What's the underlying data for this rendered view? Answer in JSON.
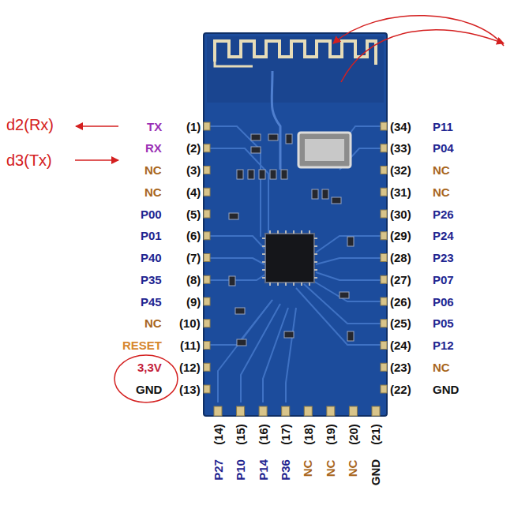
{
  "diagram": {
    "labels": [
      "d2(Rx)",
      "d3(Tx)",
      "TX",
      "(1)",
      "RX",
      "(2)",
      "NC",
      "(3)",
      "NC",
      "(4)",
      "P00",
      "(5)",
      "P01",
      "(6)",
      "P40",
      "(7)",
      "P35",
      "(8)",
      "P45",
      "(9)",
      "NC",
      "(10)",
      "RESET",
      "(11)",
      "3,3V",
      "(12)",
      "GND",
      "(13)",
      "(34)",
      "P11",
      "(33)",
      "P04",
      "(32)",
      "NC",
      "(31)",
      "NC",
      "(30)",
      "P26",
      "(29)",
      "P24",
      "(28)",
      "P23",
      "(27)",
      "P07",
      "(26)",
      "P06",
      "(25)",
      "P05",
      "(24)",
      "P12",
      "(23)",
      "NC",
      "(22)",
      "GND",
      "(14)",
      "(15)",
      "(16)",
      "(17)",
      "(18)",
      "(19)",
      "(20)",
      "(21)",
      "P27",
      "P10",
      "P14",
      "P36",
      "NC",
      "NC",
      "NC",
      "GND"
    ]
  }
}
